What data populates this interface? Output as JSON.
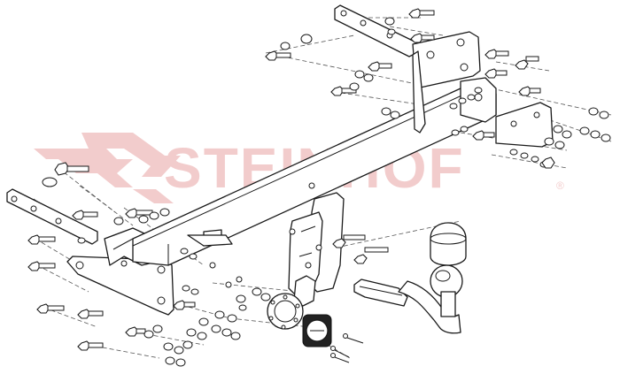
{
  "brand": {
    "name": "STEINHOF",
    "registered_mark": "®",
    "color": "#e8a3a3"
  },
  "icons": {
    "logo": "steinhof-logo-chevrons",
    "towbar": "towbar-assembly",
    "socket": "electrical-socket"
  }
}
